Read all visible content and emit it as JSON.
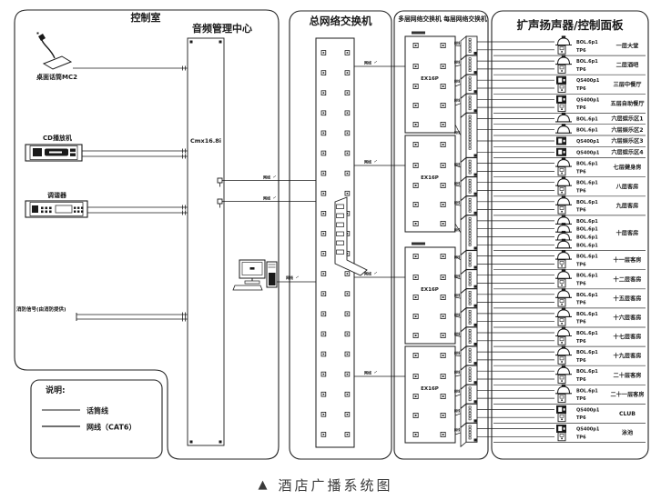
{
  "caption": {
    "marker": "▲",
    "title": "酒店广播系统图"
  },
  "panels": {
    "control_room": "控制室",
    "audio_center": "音频管理中心",
    "main_switch": "总网络交换机",
    "multi_floor_switch": "多层网络交换机",
    "per_floor_switch": "每层网络交换机",
    "speakers": "扩声扬声器/控制面板"
  },
  "equipment": {
    "mic": "桌面话筒MC2",
    "cd_player": "CD播放机",
    "tuner": "调谐器",
    "fire_signal": "消防信号(由消防提供)",
    "audio_host": "Cmx16.8i",
    "network_switch": "EX16P",
    "wire": "网线"
  },
  "legend": {
    "title": "说明:",
    "items": [
      {
        "name": "话筒线"
      },
      {
        "name": "网线（CAT6）"
      }
    ]
  },
  "zones": [
    {
      "name": "一层大堂",
      "devices": [
        {
          "model": "BOL.6p1",
          "type": "horn"
        },
        {
          "model": "TP6",
          "type": "panel"
        }
      ]
    },
    {
      "name": "二层酒吧",
      "devices": [
        {
          "model": "BOL.6p1",
          "type": "horn"
        },
        {
          "model": "TP6",
          "type": "panel"
        }
      ]
    },
    {
      "name": "三层中餐厅",
      "devices": [
        {
          "model": "QS400p1",
          "type": "wall"
        },
        {
          "model": "TP6",
          "type": "panel"
        }
      ]
    },
    {
      "name": "五层自助餐厅",
      "devices": [
        {
          "model": "QS400p1",
          "type": "wall"
        },
        {
          "model": "TP6",
          "type": "panel"
        }
      ]
    },
    {
      "name": "六层娱乐区1",
      "devices": [
        {
          "model": "BOL.6p1",
          "type": "horn"
        }
      ]
    },
    {
      "name": "六层娱乐区2",
      "devices": [
        {
          "model": "BOL.6p1",
          "type": "horn"
        }
      ]
    },
    {
      "name": "六层娱乐区3",
      "devices": [
        {
          "model": "QS400p1",
          "type": "wall"
        }
      ]
    },
    {
      "name": "六层娱乐区4",
      "devices": [
        {
          "model": "QS400p1",
          "type": "wall"
        }
      ]
    },
    {
      "name": "七层健身房",
      "devices": [
        {
          "model": "BOL.6p1",
          "type": "horn"
        },
        {
          "model": "TP6",
          "type": "panel"
        }
      ]
    },
    {
      "name": "八层客房",
      "devices": [
        {
          "model": "BOL.6p1",
          "type": "horn"
        },
        {
          "model": "TP6",
          "type": "panel"
        }
      ]
    },
    {
      "name": "九层客房",
      "devices": [
        {
          "model": "BOL.6p1",
          "type": "horn"
        },
        {
          "model": "TP6",
          "type": "panel"
        }
      ]
    },
    {
      "name": "十层客房",
      "devices": [
        {
          "model": "BOL.6p1",
          "type": "horn"
        },
        {
          "model": "BOL.6p1",
          "type": "horn"
        },
        {
          "model": "BOL.6p1",
          "type": "horn"
        },
        {
          "model": "BOL.6p1",
          "type": "horn"
        }
      ]
    },
    {
      "name": "十一层客房",
      "devices": [
        {
          "model": "BOL.6p1",
          "type": "horn"
        },
        {
          "model": "TP6",
          "type": "panel"
        }
      ]
    },
    {
      "name": "十二层客房",
      "devices": [
        {
          "model": "BOL.6p1",
          "type": "horn"
        },
        {
          "model": "TP6",
          "type": "panel"
        }
      ]
    },
    {
      "name": "十五层客房",
      "devices": [
        {
          "model": "BOL.6p1",
          "type": "horn"
        },
        {
          "model": "TP6",
          "type": "panel"
        }
      ]
    },
    {
      "name": "十六层客房",
      "devices": [
        {
          "model": "BOL.6p1",
          "type": "horn"
        },
        {
          "model": "TP6",
          "type": "panel"
        }
      ]
    },
    {
      "name": "十七层客房",
      "devices": [
        {
          "model": "BOL.6p1",
          "type": "horn"
        },
        {
          "model": "TP6",
          "type": "panel"
        }
      ]
    },
    {
      "name": "十九层客房",
      "devices": [
        {
          "model": "BOL.6p1",
          "type": "horn"
        },
        {
          "model": "TP6",
          "type": "panel"
        }
      ]
    },
    {
      "name": "二十层客房",
      "devices": [
        {
          "model": "BOL.6p1",
          "type": "horn"
        },
        {
          "model": "TP6",
          "type": "panel"
        }
      ]
    },
    {
      "name": "二十一层客房",
      "devices": [
        {
          "model": "BOL.6p1",
          "type": "horn"
        },
        {
          "model": "TP6",
          "type": "panel"
        }
      ]
    },
    {
      "name": "CLUB",
      "devices": [
        {
          "model": "QS400p1",
          "type": "wall"
        },
        {
          "model": "TP6",
          "type": "panel"
        }
      ]
    },
    {
      "name": "泳池",
      "devices": [
        {
          "model": "QS400p1",
          "type": "wall"
        },
        {
          "model": "TP6",
          "type": "panel"
        }
      ]
    }
  ],
  "switch_groups": [
    [
      0
    ],
    [
      1
    ],
    [
      2
    ],
    [
      3
    ],
    [
      4,
      5,
      6,
      7
    ],
    [
      8
    ],
    [
      9
    ],
    [
      10
    ],
    [
      11
    ],
    [
      12
    ],
    [
      13
    ],
    [
      14
    ],
    [
      15
    ],
    [
      16
    ],
    [
      17
    ],
    [
      18
    ],
    [
      19
    ],
    [
      20
    ],
    [
      21
    ]
  ],
  "colors": {
    "ink": "#1a1a1a",
    "caption": "#3a3a3a",
    "background": "#ffffff"
  }
}
